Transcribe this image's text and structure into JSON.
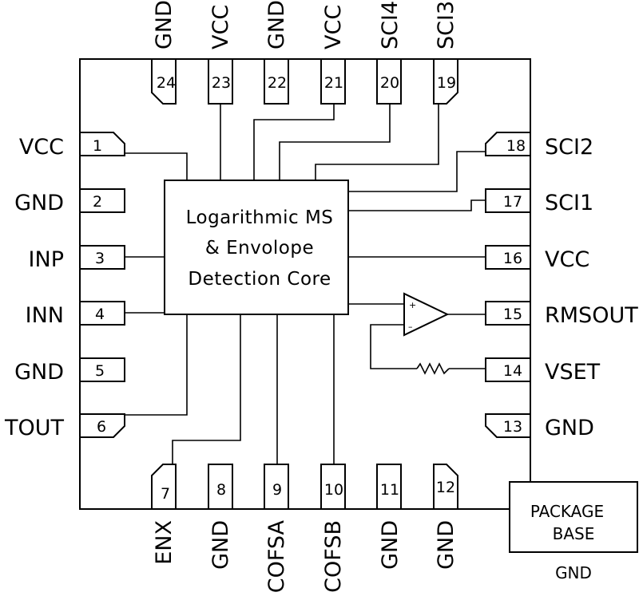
{
  "core": {
    "line1": "Logarithmic MS",
    "line2": "& Envolope",
    "line3": "Detection Core"
  },
  "pins_left": [
    {
      "num": "1",
      "name": "VCC"
    },
    {
      "num": "2",
      "name": "GND"
    },
    {
      "num": "3",
      "name": "INP"
    },
    {
      "num": "4",
      "name": "INN"
    },
    {
      "num": "5",
      "name": "GND"
    },
    {
      "num": "6",
      "name": "TOUT"
    }
  ],
  "pins_bottom": [
    {
      "num": "7",
      "name": "ENX"
    },
    {
      "num": "8",
      "name": "GND"
    },
    {
      "num": "9",
      "name": "COFSA"
    },
    {
      "num": "10",
      "name": "COFSB"
    },
    {
      "num": "11",
      "name": "GND"
    },
    {
      "num": "12",
      "name": "GND"
    }
  ],
  "pins_right": [
    {
      "num": "13",
      "name": "GND"
    },
    {
      "num": "14",
      "name": "VSET"
    },
    {
      "num": "15",
      "name": "RMSOUT"
    },
    {
      "num": "16",
      "name": "VCC"
    },
    {
      "num": "17",
      "name": "SCI1"
    },
    {
      "num": "18",
      "name": "SCI2"
    }
  ],
  "pins_top": [
    {
      "num": "19",
      "name": "SCI3"
    },
    {
      "num": "20",
      "name": "SCI4"
    },
    {
      "num": "21",
      "name": "VCC"
    },
    {
      "num": "22",
      "name": "GND"
    },
    {
      "num": "23",
      "name": "VCC"
    },
    {
      "num": "24",
      "name": "GND"
    }
  ],
  "amp": {
    "plus": "+",
    "minus": "–"
  },
  "package": {
    "line1": "PACKAGE",
    "line2": "BASE",
    "ground": "GND"
  }
}
